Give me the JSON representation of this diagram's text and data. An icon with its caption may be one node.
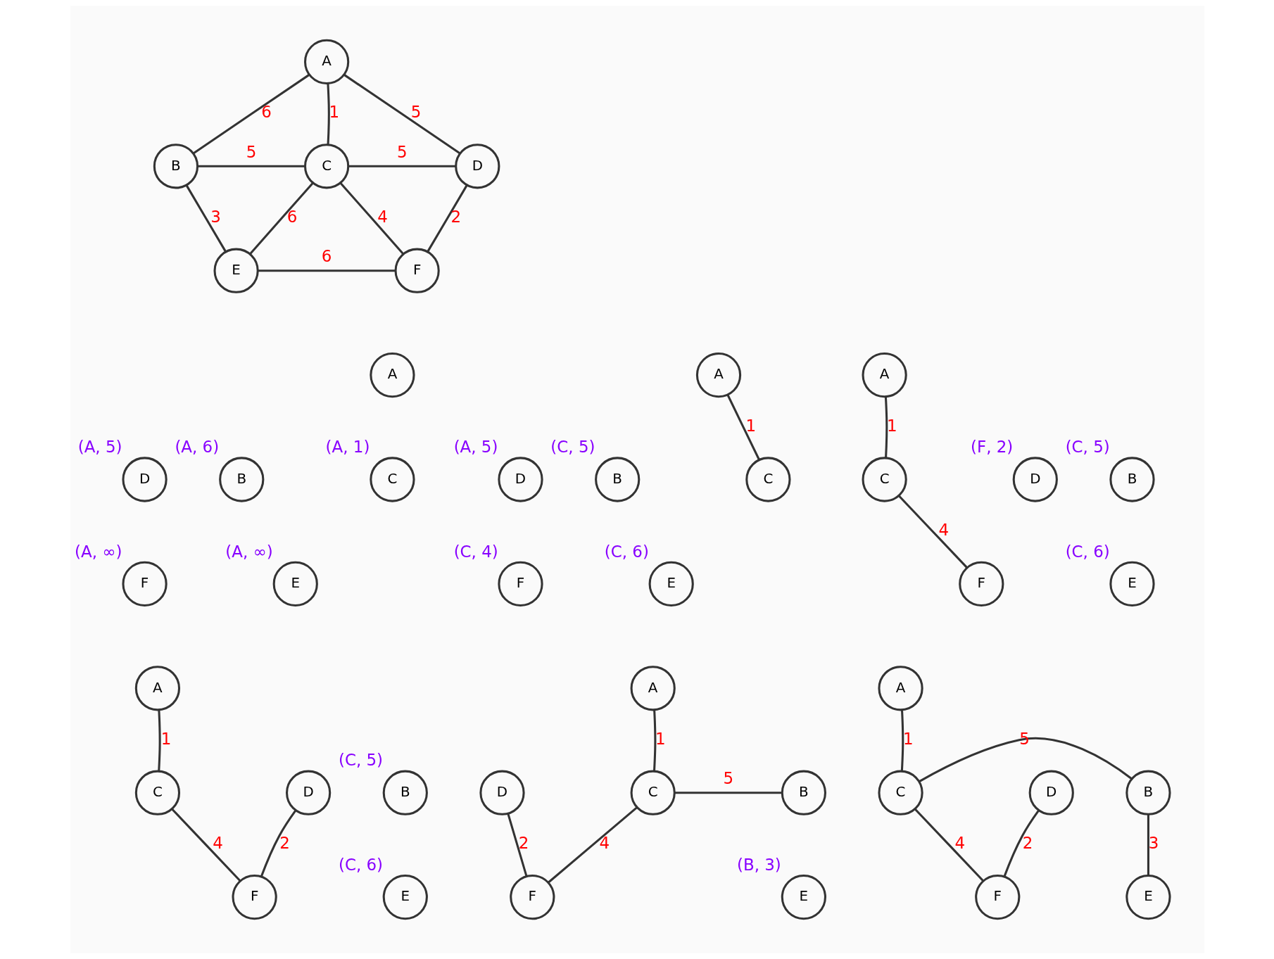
{
  "diagram": {
    "nodes": [
      {
        "text": [
          "A"
        ]
      },
      {
        "text": [
          "B"
        ]
      },
      {
        "text": [
          "C"
        ]
      },
      {
        "text": [
          "D"
        ]
      },
      {
        "text": [
          "E"
        ]
      },
      {
        "text": [
          "F"
        ]
      },
      {
        "text": [
          "A"
        ]
      },
      {
        "text": [
          "B"
        ],
        "beside": [
          "(A, 6)"
        ]
      },
      {
        "text": [
          "C"
        ],
        "beside": [
          "(A, 1)"
        ]
      },
      {
        "text": [
          "D"
        ],
        "beside": [
          "(A, 5)"
        ]
      },
      {
        "text": [
          "E"
        ],
        "beside": [
          "(A, ∞)"
        ]
      },
      {
        "text": [
          "F"
        ],
        "beside": [
          "(A, ∞)"
        ]
      },
      {
        "text": [
          "A"
        ]
      },
      {
        "text": [
          "B"
        ],
        "beside": [
          "(C, 5)"
        ]
      },
      {
        "text": [
          "C"
        ]
      },
      {
        "text": [
          "D"
        ],
        "beside": [
          "(A, 5)"
        ]
      },
      {
        "text": [
          "E"
        ],
        "beside": [
          "(C, 6)"
        ]
      },
      {
        "text": [
          "F"
        ],
        "beside": [
          "(C, 4)"
        ]
      },
      {
        "text": [
          "A"
        ]
      },
      {
        "text": [
          "B"
        ],
        "beside": [
          "(C, 5)"
        ]
      },
      {
        "text": [
          "C"
        ]
      },
      {
        "text": [
          "D"
        ],
        "beside": [
          "(F, 2)"
        ]
      },
      {
        "text": [
          "E"
        ],
        "beside": [
          "(C, 6)"
        ]
      },
      {
        "text": [
          "F"
        ]
      },
      {
        "text": [
          "A"
        ]
      },
      {
        "text": [
          "B"
        ],
        "beside": [
          "(C, 5)"
        ]
      },
      {
        "text": [
          "C"
        ]
      },
      {
        "text": [
          "D"
        ]
      },
      {
        "text": [
          "E"
        ],
        "beside": [
          "(C, 6)"
        ]
      },
      {
        "text": [
          "F"
        ]
      },
      {
        "text": [
          "A"
        ]
      },
      {
        "text": [
          "B"
        ]
      },
      {
        "text": [
          "C"
        ]
      },
      {
        "text": [
          "D"
        ]
      },
      {
        "text": [
          "E"
        ],
        "beside": [
          "(B, 3)"
        ]
      },
      {
        "text": [
          "F"
        ]
      },
      {
        "text": [
          "A"
        ]
      },
      {
        "text": [
          "B"
        ]
      },
      {
        "text": [
          "C"
        ]
      },
      {
        "text": [
          "D"
        ]
      },
      {
        "text": [
          "E"
        ]
      },
      {
        "text": [
          "F"
        ]
      }
    ],
    "edges": [
      {
        "from": 0,
        "to": 1,
        "arrow": "none",
        "label": "6"
      },
      {
        "from": 0,
        "to": 2,
        "arrow": "none",
        "label": "1"
      },
      {
        "from": 0,
        "to": 3,
        "arrow": "none",
        "label": "5"
      },
      {
        "from": 1,
        "to": 2,
        "arrow": "none",
        "label": "5"
      },
      {
        "from": 2,
        "to": 3,
        "arrow": "none",
        "label": "5"
      },
      {
        "from": 1,
        "to": 4,
        "arrow": "none",
        "label": "3"
      },
      {
        "from": 2,
        "to": 4,
        "arrow": "none",
        "label": "6"
      },
      {
        "from": 2,
        "to": 5,
        "arrow": "none",
        "label": "4"
      },
      {
        "from": 3,
        "to": 5,
        "arrow": "none",
        "label": "2"
      },
      {
        "from": 4,
        "to": 5,
        "arrow": "none",
        "label": "6"
      },
      {
        "from": 12,
        "to": 14,
        "arrow": "none",
        "label": "1"
      },
      {
        "from": 18,
        "to": 20,
        "arrow": "none",
        "label": "1"
      },
      {
        "from": 20,
        "to": 23,
        "arrow": "none",
        "label": "4"
      },
      {
        "from": 24,
        "to": 26,
        "arrow": "none",
        "label": "1"
      },
      {
        "from": 26,
        "to": 29,
        "arrow": "none",
        "label": "4"
      },
      {
        "from": 27,
        "to": 29,
        "arrow": "none",
        "label": "2"
      },
      {
        "from": 30,
        "to": 32,
        "arrow": "none",
        "label": "1"
      },
      {
        "from": 31,
        "to": 32,
        "arrow": "none",
        "label": "5"
      },
      {
        "from": 32,
        "to": 35,
        "arrow": "none",
        "label": "4"
      },
      {
        "from": 33,
        "to": 35,
        "arrow": "none",
        "label": "2"
      },
      {
        "from": 36,
        "to": 38,
        "arrow": "none",
        "label": "1"
      },
      {
        "from": 37,
        "to": 38,
        "arrow": "none",
        "label": "5"
      },
      {
        "from": 37,
        "to": 40,
        "arrow": "none",
        "label": "3"
      },
      {
        "from": 38,
        "to": 41,
        "arrow": "none",
        "label": "4"
      },
      {
        "from": 39,
        "to": 41,
        "arrow": "none",
        "label": "2"
      }
    ]
  }
}
